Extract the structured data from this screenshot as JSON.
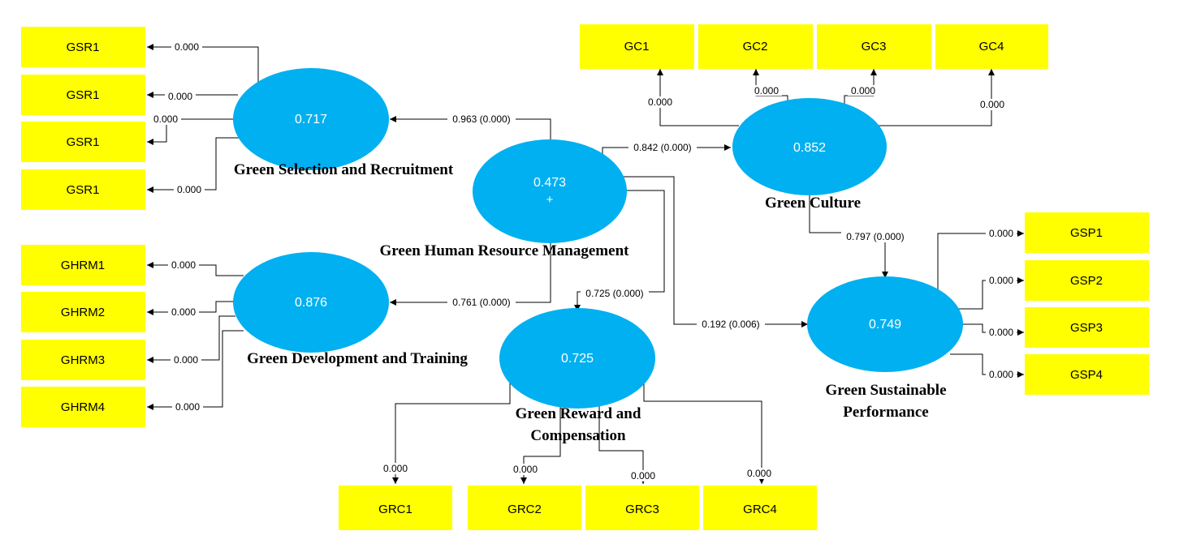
{
  "constructs": {
    "ghrm": {
      "name": "Green Human Resource Management",
      "value": "0.473",
      "marker": "+"
    },
    "gsr": {
      "name": "Green Selection and Recruitment",
      "value": "0.717"
    },
    "gdt": {
      "name": "Green Development and Training",
      "value": "0.876"
    },
    "grc": {
      "name": "Green Reward and Compensation",
      "value": "0.725"
    },
    "gc": {
      "name": "Green Culture",
      "value": "0.852"
    },
    "gsp": {
      "name": "Green Sustainable Performance",
      "value": "0.749"
    }
  },
  "indicators": {
    "gsr": [
      "GSR1",
      "GSR1",
      "GSR1",
      "GSR1"
    ],
    "gdt": [
      "GHRM1",
      "GHRM2",
      "GHRM3",
      "GHRM4"
    ],
    "gc": [
      "GC1",
      "GC2",
      "GC3",
      "GC4"
    ],
    "gsp": [
      "GSP1",
      "GSP2",
      "GSP3",
      "GSP4"
    ],
    "grc": [
      "GRC1",
      "GRC2",
      "GRC3",
      "GRC4"
    ]
  },
  "paths": {
    "ghrm_gsr": "0.963 (0.000)",
    "ghrm_gdt": "0.761 (0.000)",
    "ghrm_grc": "0.725 (0.000)",
    "ghrm_gc": "0.842 (0.000)",
    "ghrm_gsp": "0.192 (0.006)",
    "gc_gsp": "0.797 (0.000)"
  },
  "loadings": {
    "gsr": [
      "0.000",
      "0.000",
      "0.000",
      "0.000"
    ],
    "gdt": [
      "0.000",
      "0.000",
      "0.000",
      "0.000"
    ],
    "gc": [
      "0.000",
      "0.000",
      "0.000",
      "0.000"
    ],
    "gsp": [
      "0.000",
      "0.000",
      "0.000",
      "0.000"
    ],
    "grc": [
      "0.000",
      "0.000",
      "0.000",
      "0.000"
    ]
  },
  "colors": {
    "indicator_fill": "#ffff00",
    "construct_fill": "#00b0f0",
    "construct_text": "#ffffff",
    "line": "#000000"
  }
}
